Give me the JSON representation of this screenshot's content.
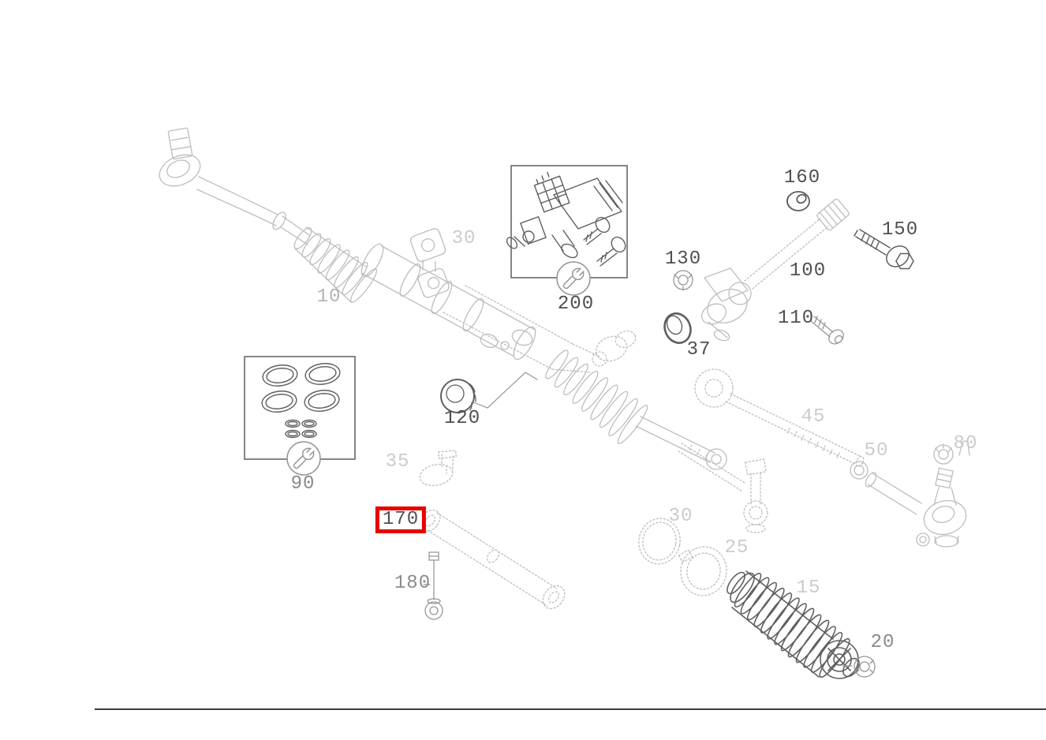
{
  "page": {
    "background": "#ffffff"
  },
  "colors": {
    "highlight_red": "#e60000",
    "label_dark": "#4f4f4f",
    "label_medium": "#8a8a8a",
    "label_light": "#b4b4b4",
    "label_faint": "#cbcbcb",
    "line_light": "#bdbdbd",
    "line_medium": "#979797",
    "line_dark": "#5f5f5f",
    "footer_line": "#3c3c3c"
  },
  "diagram": {
    "type": "exploded-parts-diagram",
    "subject": "rack-and-pinion steering gear assembly",
    "highlighted_callout": "170",
    "labels": [
      {
        "text": "10",
        "tone": "light",
        "highlighted": false
      },
      {
        "text": "30",
        "tone": "faint",
        "highlighted": false
      },
      {
        "text": "200",
        "tone": "dark",
        "highlighted": false
      },
      {
        "text": "160",
        "tone": "dark",
        "highlighted": false
      },
      {
        "text": "150",
        "tone": "dark",
        "highlighted": false
      },
      {
        "text": "130",
        "tone": "dark",
        "highlighted": false
      },
      {
        "text": "100",
        "tone": "dark",
        "highlighted": false
      },
      {
        "text": "110",
        "tone": "dark",
        "highlighted": false
      },
      {
        "text": "37",
        "tone": "dark",
        "highlighted": false
      },
      {
        "text": "120",
        "tone": "dark",
        "highlighted": false
      },
      {
        "text": "90",
        "tone": "medium",
        "highlighted": false
      },
      {
        "text": "35",
        "tone": "faint",
        "highlighted": false
      },
      {
        "text": "170",
        "tone": "dark",
        "highlighted": true
      },
      {
        "text": "180",
        "tone": "medium",
        "highlighted": false
      },
      {
        "text": "45",
        "tone": "faint",
        "highlighted": false
      },
      {
        "text": "50",
        "tone": "faint",
        "highlighted": false
      },
      {
        "text": "80",
        "tone": "faint",
        "highlighted": false
      },
      {
        "text": "25",
        "tone": "faint",
        "highlighted": false
      },
      {
        "text": "15",
        "tone": "faint",
        "highlighted": false
      },
      {
        "text": "30",
        "tone": "faint",
        "highlighted": false
      },
      {
        "text": "20",
        "tone": "medium",
        "highlighted": false
      }
    ],
    "kit_boxes": [
      {
        "label": "200",
        "icon": "wrench-icon"
      },
      {
        "label": "90",
        "icon": "wrench-icon"
      }
    ]
  }
}
